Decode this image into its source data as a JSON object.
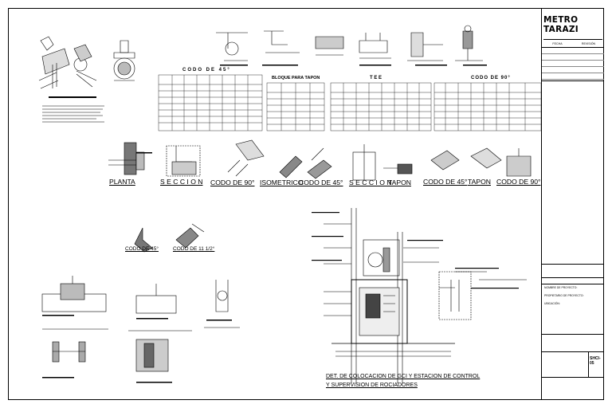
{
  "titleblock": {
    "logo": "METRO TARAZI",
    "rev_header": [
      "FECHA",
      "REVISIÓN"
    ],
    "fields": [
      {
        "label": "NOMBRE DE PROYECTO:"
      },
      {
        "label": "PROPIETARIO DE PROYECTO:"
      },
      {
        "label": "UBICACIÓN:"
      }
    ],
    "sheet_code": "SHCI-05"
  },
  "detail_titles": {
    "codo45_top": "CODO DE 45°",
    "bloque_tapon": "BLOQUE PARA TAPON",
    "tee": "T E E",
    "codo90_top": "CODO DE 90°",
    "planta": "PLANTA",
    "seccion1": "S E C C I O N",
    "codo90": "CODO DE 90°",
    "isometrico": "ISOMETRICO",
    "codo45": "CODO DE 45°",
    "seccion2": "S E C C I O N",
    "tapon": "TAPON",
    "codo45_b": "CODO DE 45°",
    "tapon_b": "TAPON",
    "codo90_b": "CODO DE 90°",
    "codo45_c": "CODO DE 45°",
    "codo11": "CODO DE 11 1/2°",
    "main_title_1": "DET. DE COLOCACION DE GCI Y ESTACION DE CONTROL",
    "main_title_2": "Y SUPERVISION DE ROCIADORES"
  }
}
